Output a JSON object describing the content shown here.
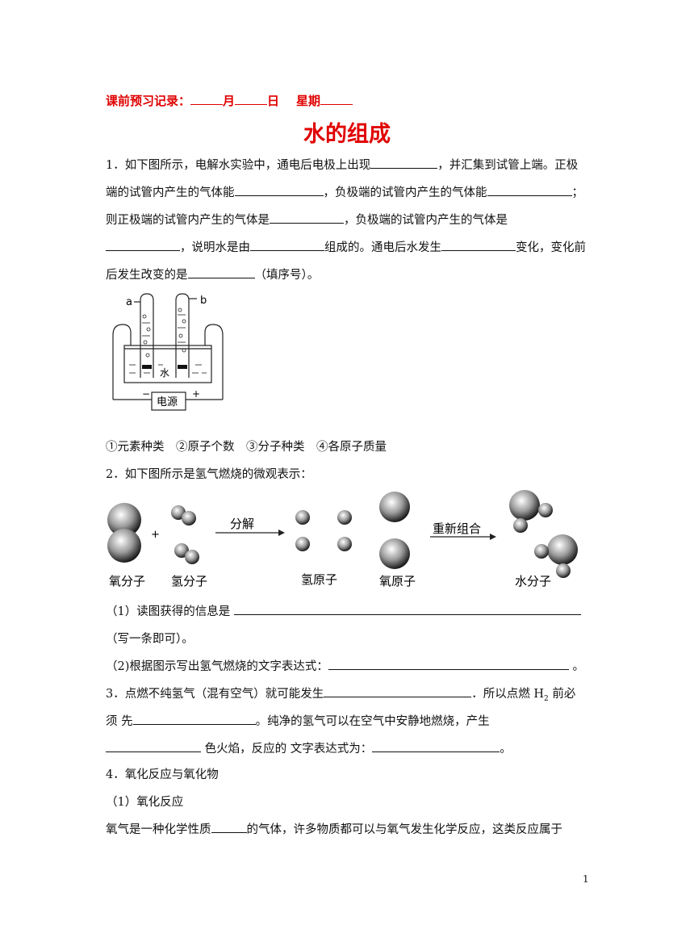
{
  "header": {
    "prefix": "课前预习记录：",
    "month": "月",
    "day": "日",
    "weekday": "星期"
  },
  "title": "水的组成",
  "q1": {
    "l1a": "1．如下图所示，电解水实验中，通电后电极上出现",
    "l1b": "，并汇集到试管上端。正极",
    "l2a": "端的试管内产生的气体能",
    "l2b": "，负极端的试管内产生的气体能",
    "l2c": "；",
    "l3a": "则正极端的试管内产生的气体是",
    "l3b": "，负极端的试管内产生的气体是",
    "l4a": "，说明水是由",
    "l4b": "组成的。通电后水发生",
    "l4c": "变化，变化前",
    "l5a": "后发生改变的是",
    "l5b": "（填序号）。",
    "apparatus": {
      "label_a": "a",
      "label_b": "b",
      "water": "水",
      "power": "电源",
      "minus": "−",
      "plus": "+"
    },
    "options": "①元素种类　②原子个数　③分子种类　④各原子质量"
  },
  "q2": {
    "intro": "2．如下图所示是氢气燃烧的微观表示：",
    "diagram": {
      "plus": "+",
      "arrow1": "分解",
      "arrow2": "重新组合",
      "labels": [
        "氧分子",
        "氢分子",
        "氢原子",
        "氧原子",
        "水分子"
      ]
    },
    "p1": "（1）读图获得的信息是",
    "p1b": "（写一条即可）。",
    "p2": "（2)根据图示写出氢气燃烧的文字表达式：",
    "p2end": "。"
  },
  "q3": {
    "l1a": "3．点燃不纯氢气（混有空气）就可能发生",
    "l1b": "．所以点燃 H",
    "sub2": "2",
    "l1c": " 前必",
    "l2a": "须 先",
    "l2b": "。纯净的氢气可以在空气中安静地燃烧，产生",
    "l3a": " 色火焰，反应的 文字表达式为：",
    "l3b": "。"
  },
  "q4": {
    "title": "4．氧化反应与氧化物",
    "sub": "（1）氧化反应",
    "l1a": "氧气是一种化学性质",
    "l1b": "的气体，许多物质都可以与氧气发生化学反应，这类反应属于"
  },
  "page_number": "1"
}
